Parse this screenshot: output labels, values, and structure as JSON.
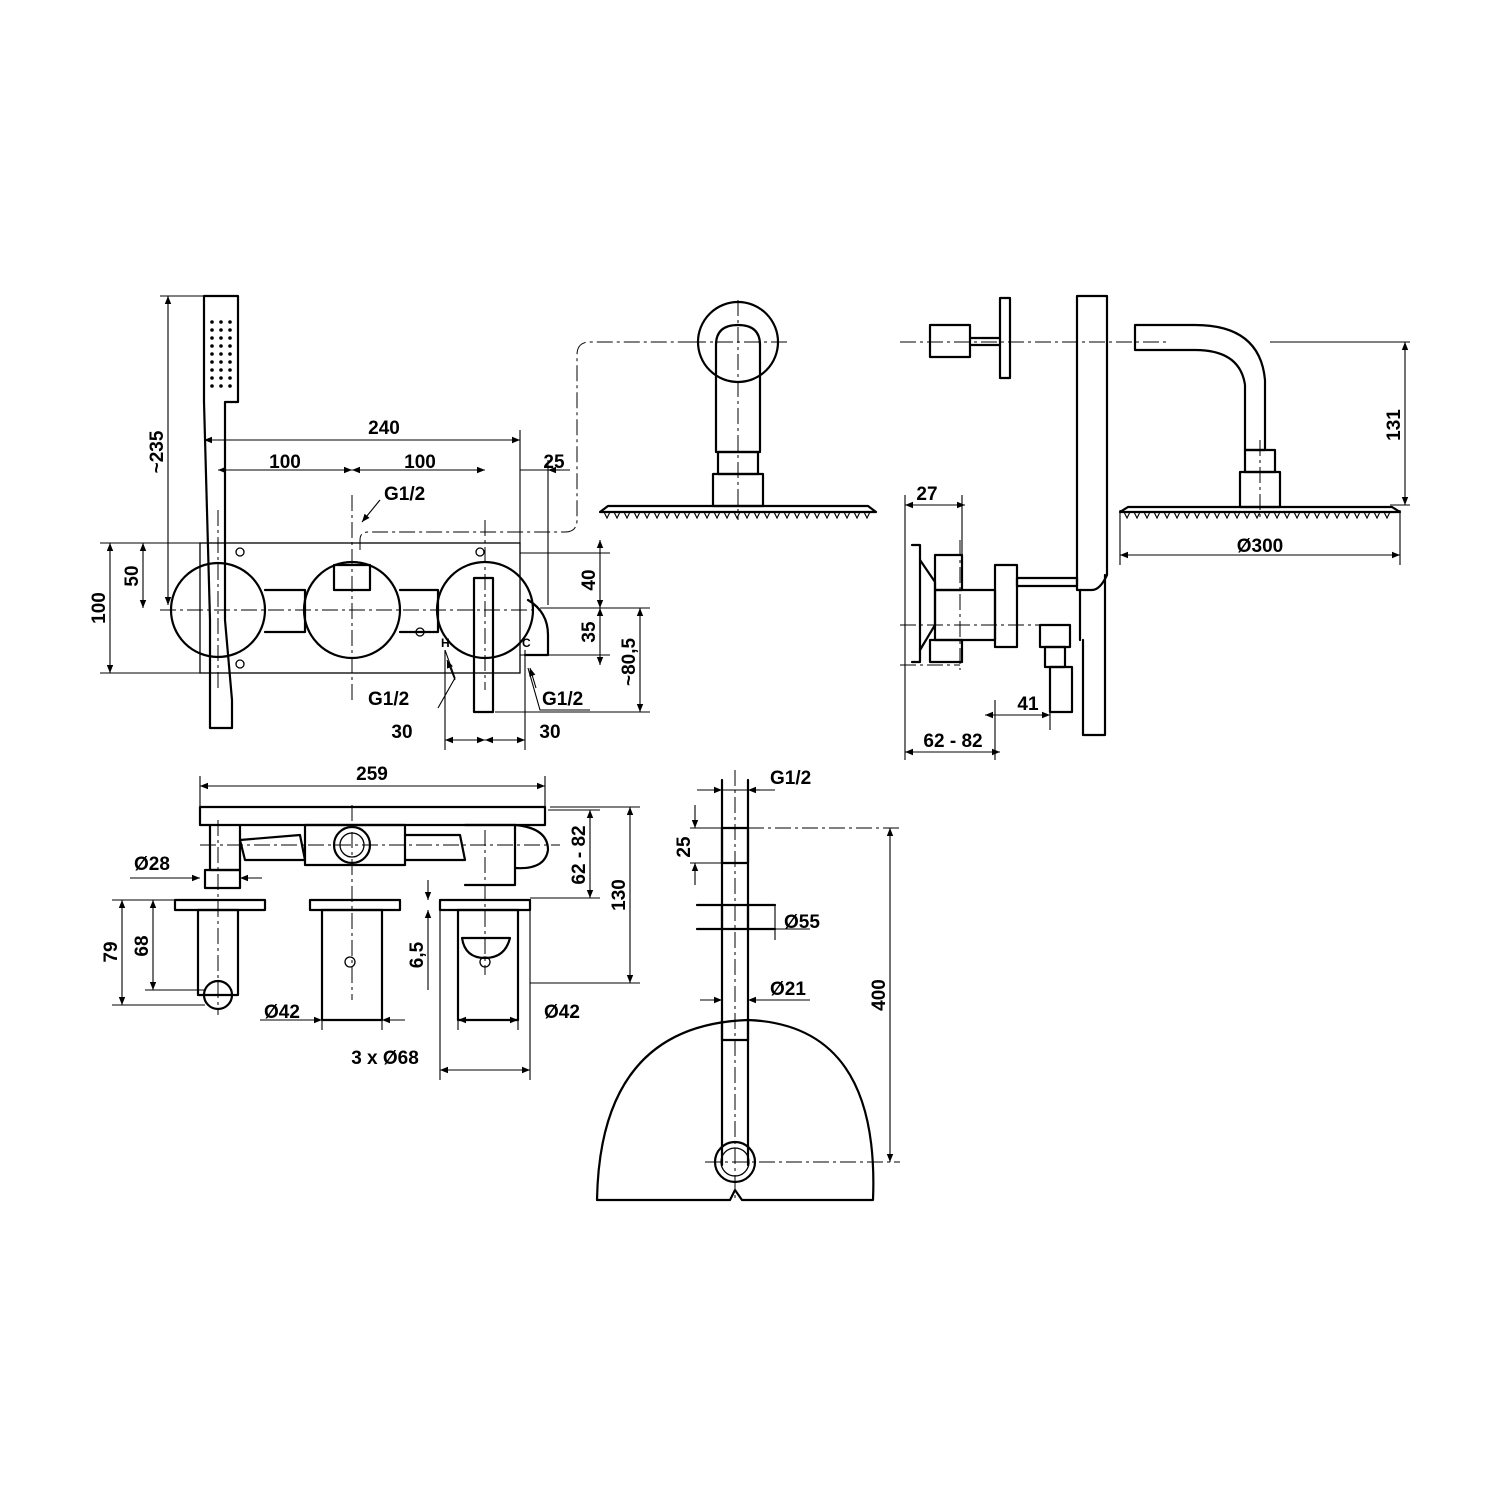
{
  "drawing": {
    "front": {
      "d_240": "240",
      "d_100_left": "100",
      "d_100_right": "100",
      "d_25": "25",
      "g12_top": "G1/2",
      "d_235": "~235",
      "d_100_height": "100",
      "d_50": "50",
      "d_40": "40",
      "d_35": "35",
      "d_80_5": "~80,5",
      "g12_hot": "G1/2",
      "g12_cold": "G1/2",
      "d_30_left": "30",
      "d_30_right": "30",
      "hot_marker": "H",
      "cold_marker": "C"
    },
    "side": {
      "d_27": "27",
      "d_131": "131",
      "d_300": "Ø300",
      "d_41": "41",
      "d_62_82": "62 - 82"
    },
    "top": {
      "d_259": "259",
      "d_28": "Ø28",
      "d_79": "79",
      "d_68": "68",
      "d_6_5": "6,5",
      "d_62_82": "62 - 82",
      "d_130": "130",
      "d_42_left": "Ø42",
      "d_42_right": "Ø42",
      "d_3x68": "3 x Ø68"
    },
    "shower_arm": {
      "g12": "G1/2",
      "d_25": "25",
      "d_55": "Ø55",
      "d_21": "Ø21",
      "d_400": "400"
    }
  }
}
